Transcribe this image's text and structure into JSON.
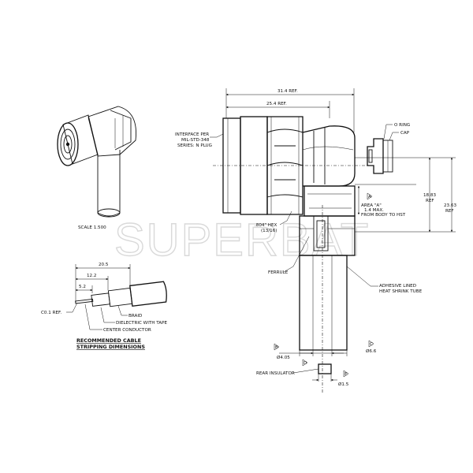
{
  "watermark": "SUPERBAT",
  "main_view": {
    "dim_overall": "31.4 REF.",
    "dim_body": "25.4 REF.",
    "interface_note": [
      "INTERFACE PER",
      "MIL-STD-348",
      "SERIES: N PLUG"
    ],
    "o_ring": "O RING",
    "cap": "CAP",
    "area_a": [
      "AREA \"A\"",
      "1.4 MAX.",
      "FROM BODY TO HST"
    ],
    "dim_height_1": [
      "18.83",
      "REF"
    ],
    "dim_height_2": [
      "23.63",
      "REF"
    ],
    "hex_note": [
      ".804\" HEX",
      "(13/16)"
    ],
    "ferrule": "FERRULE",
    "heat_shrink": [
      "ADHESIVE LINED",
      "HEAT SHRINK TUBE"
    ],
    "dia_inner": "Ø4.05",
    "dia_outer": "Ø6.6",
    "rear_insulator": "REAR INSULATOR",
    "dia_pin": "Ø1.5",
    "tags": [
      "A",
      "B",
      "C",
      "D",
      "E"
    ]
  },
  "iso_view": {
    "scale": "SCALE  1.500"
  },
  "strip_view": {
    "dim_1": "20.5",
    "dim_2": "12.2",
    "dim_3": "5.2",
    "center_ref": "C0.1 REF.",
    "braid": "BRAID",
    "dielectric": "DIELECTRIC WITH TAPE",
    "center_conductor": "CENTER CONDUCTOR",
    "title": [
      "RECOMMENDED CABLE",
      "STRIPPING  DIMENSIONS"
    ]
  }
}
